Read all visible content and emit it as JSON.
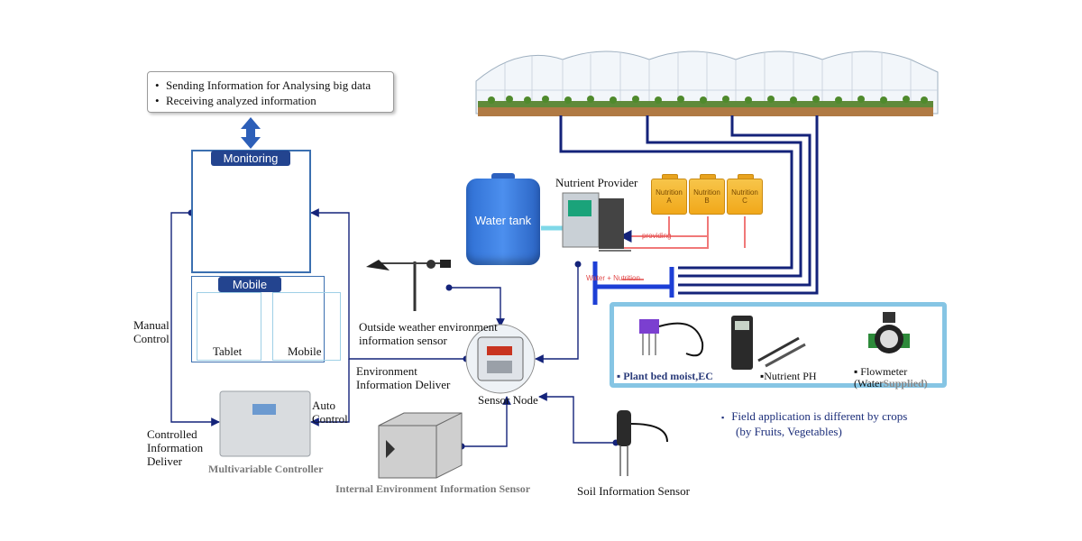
{
  "info_box": {
    "bullet": "•",
    "lines": [
      "Sending Information for Analysing big data",
      "Receiving analyzed information"
    ]
  },
  "monitoring": {
    "title": "Monitoring"
  },
  "mobile_panel": {
    "title": "Mobile",
    "tablet_label": "Tablet",
    "mobile_label": "Mobile"
  },
  "labels": {
    "manual_control": [
      "Manual",
      "Control"
    ],
    "controlled_info": [
      "Controlled",
      "Information",
      "Deliver"
    ],
    "auto_control": [
      "Auto",
      "Control"
    ],
    "multivariable_controller": "Multivariable Controller",
    "outside_weather": [
      "Outside weather environment",
      "information sensor"
    ],
    "environment_info": [
      "Environment",
      "Information Deliver"
    ],
    "sensor_node": "Sensor Node",
    "internal_env_sensor": "Internal Environment Information Sensor",
    "soil_sensor": "Soil Information Sensor",
    "nutrient_provider": "Nutrient Provider",
    "water_tank": "Water tank",
    "providing": "providing",
    "water_nutrition": "Water + Nutrition"
  },
  "nutrition": [
    {
      "line1": "Nutrition",
      "line2": "A"
    },
    {
      "line1": "Nutrition",
      "line2": "B"
    },
    {
      "line1": "Nutrition",
      "line2": "C"
    }
  ],
  "sensors_panel": {
    "plant_bed": "Plant bed moist,EC",
    "nutrient_ph": "Nutrient PH",
    "flowmeter_1": "Flowmeter",
    "flowmeter_2a": "(Water",
    "flowmeter_2b": "Supplied)"
  },
  "note": {
    "bullet": "▪",
    "line1": "Field application is different by crops",
    "line2": "(by Fruits, Vegetables)"
  },
  "colors": {
    "navy_line": "#14237a",
    "pipe_blue": "#1d3fd6",
    "nutrition_pipe": "#f07878",
    "panel_border": "#86c5e4",
    "title_bg": "#23448f",
    "water_tank": "#3a7fe3"
  }
}
